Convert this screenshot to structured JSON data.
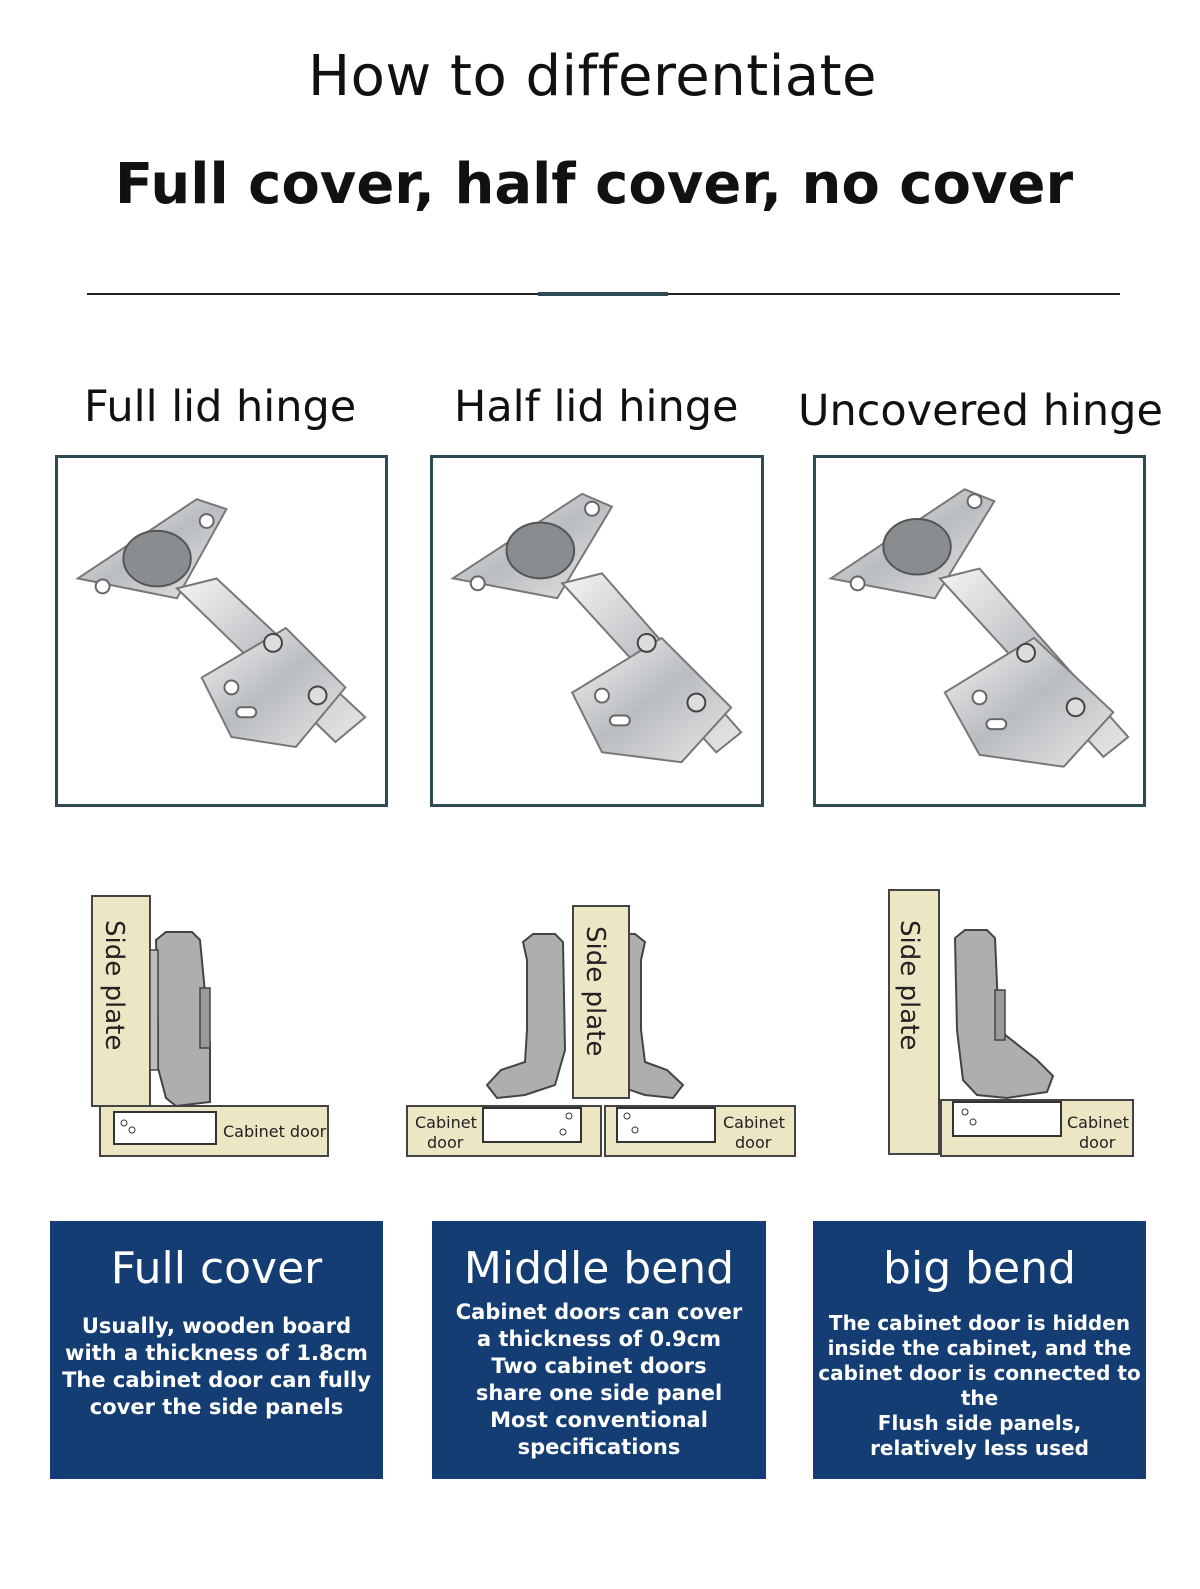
{
  "header": {
    "title": "How to differentiate",
    "subtitle": "Full cover, half cover, no cover"
  },
  "hinges": [
    {
      "label": "Full lid hinge",
      "image_icon": "cabinet-hinge-photo"
    },
    {
      "label": "Half lid hinge",
      "image_icon": "cabinet-hinge-photo"
    },
    {
      "label": "Uncovered hinge",
      "image_icon": "cabinet-hinge-photo"
    }
  ],
  "diagrams": {
    "side_plate": "Side plate",
    "cabinet_door": "Cabinet door",
    "cabinet": "Cabinet",
    "door": "door"
  },
  "panels": [
    {
      "heading": "Full cover",
      "lines": [
        "Usually, wooden board",
        "with a thickness of 1.8cm",
        "The cabinet door can fully",
        "cover the side panels"
      ]
    },
    {
      "heading": "Middle bend",
      "lines": [
        "Cabinet doors can cover",
        "a thickness of 0.9cm",
        "Two cabinet doors",
        "share one side panel",
        "Most conventional",
        "specifications"
      ]
    },
    {
      "heading": "big bend",
      "lines": [
        "The cabinet door is hidden",
        "inside the cabinet, and the",
        "cabinet door is connected to the",
        "Flush side panels,",
        "relatively less used"
      ]
    }
  ],
  "colors": {
    "panel_bg": "#143d73",
    "frame_border": "#2f4a52",
    "wood": "#ece6c4"
  }
}
